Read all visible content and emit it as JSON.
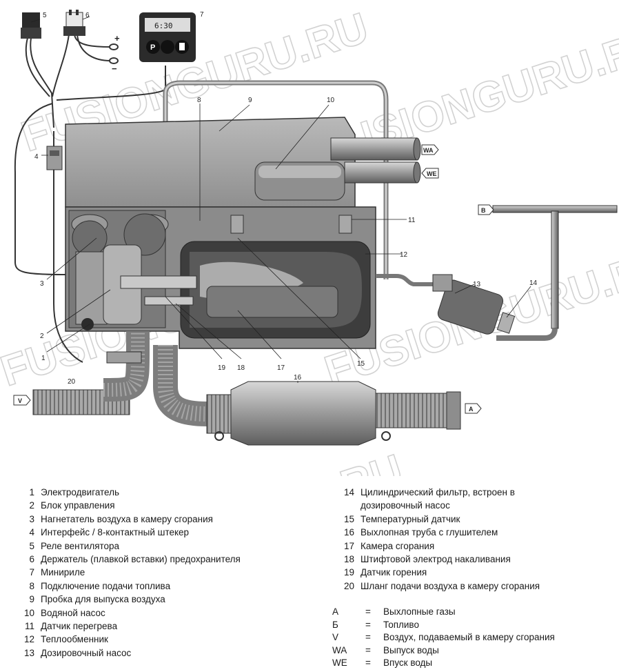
{
  "diagram": {
    "callouts": [
      "1",
      "2",
      "3",
      "4",
      "5",
      "6",
      "7",
      "8",
      "9",
      "10",
      "11",
      "12",
      "13",
      "14",
      "15",
      "16",
      "17",
      "18",
      "19",
      "20"
    ],
    "port_labels": {
      "wa": "WA",
      "we": "WE",
      "b": "B",
      "v": "V",
      "a": "A"
    },
    "polarity": {
      "plus": "+",
      "minus": "−"
    },
    "controller": {
      "display": "6:30",
      "button_p": "P"
    },
    "watermark": "FUSIONGURU.RU"
  },
  "legend_left": [
    {
      "n": "1",
      "t": "Электродвигатель"
    },
    {
      "n": "2",
      "t": "Блок управления"
    },
    {
      "n": "3",
      "t": "Нагнетатель воздуха в камеру сгорания"
    },
    {
      "n": "4",
      "t": "Интерфейс / 8-контактный штекер"
    },
    {
      "n": "5",
      "t": "Реле вентилятора"
    },
    {
      "n": "6",
      "t": "Держатель (плавкой вставки) предохранителя"
    },
    {
      "n": "7",
      "t": "Минириле"
    },
    {
      "n": "8",
      "t": "Подключение подачи топлива"
    },
    {
      "n": "9",
      "t": "Пробка для выпуска воздуха"
    },
    {
      "n": "10",
      "t": "Водяной насос"
    },
    {
      "n": "11",
      "t": "Датчик перегрева"
    },
    {
      "n": "12",
      "t": "Теплообменник"
    },
    {
      "n": "13",
      "t": "Дозировочный насос"
    }
  ],
  "legend_right": [
    {
      "n": "14",
      "t": "Цилиндрический фильтр, встроен в дозировочный насос"
    },
    {
      "n": "15",
      "t": "Температурный датчик"
    },
    {
      "n": "16",
      "t": "Выхлопная труба с глушителем"
    },
    {
      "n": "17",
      "t": "Камера сгорания"
    },
    {
      "n": "18",
      "t": "Штифтовой электрод накаливания"
    },
    {
      "n": "19",
      "t": "Датчик горения"
    },
    {
      "n": "20",
      "t": "Шланг подачи воздуха в камеру сгорания"
    }
  ],
  "abbreviations": [
    {
      "k": "A",
      "eq": "=",
      "v": "Выхлопные газы"
    },
    {
      "k": "Б",
      "eq": "=",
      "v": "Топливо"
    },
    {
      "k": "V",
      "eq": "=",
      "v": "Воздух, подаваемый в камеру сгорания"
    },
    {
      "k": "WA",
      "eq": "=",
      "v": "Выпуск воды"
    },
    {
      "k": "WE",
      "eq": "=",
      "v": "Впуск воды"
    }
  ]
}
